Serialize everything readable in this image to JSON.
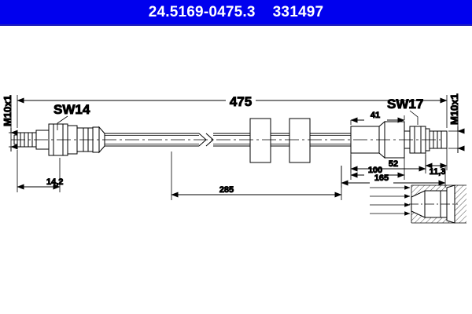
{
  "header": {
    "part_number": "24.5169-0475.3",
    "reference_number": "331497"
  },
  "drawing": {
    "title": "brake-hose-technical-drawing",
    "labels": {
      "left_thread": "M10x1",
      "left_wrench": "SW14",
      "right_thread": "M10x1",
      "right_wrench": "SW17"
    },
    "dimensions": {
      "overall_length": "475",
      "left_fitting": "14,2",
      "from_left_285": "285",
      "mid_165": "165",
      "mid_100": "100",
      "right_41": "41",
      "right_52": "52",
      "right_11_3": "11,3"
    }
  },
  "colors": {
    "header_background": "#0000ee",
    "header_text": "#ffffff",
    "line": "#000000",
    "page_background": "#ffffff"
  }
}
